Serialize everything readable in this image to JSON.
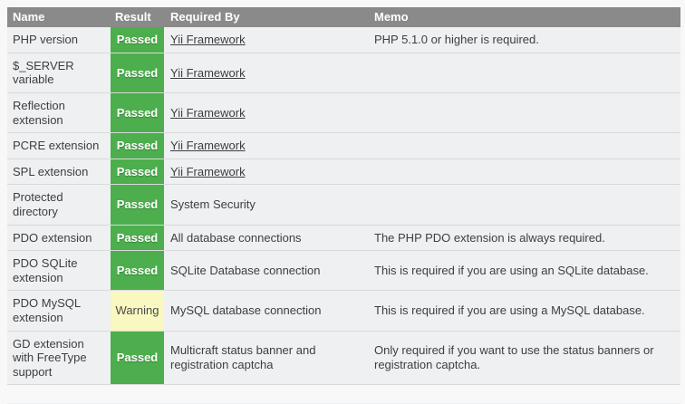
{
  "colors": {
    "header_bg": "#8a8a8a",
    "header_text": "#ffffff",
    "row_bg": "#eff0f2",
    "row_separator": "#d8d9db",
    "page_bg": "#f8f8f8",
    "body_text": "#3e3e3e",
    "passed_bg": "#4cae4c",
    "passed_text": "#ffffff",
    "warning_bg": "#f8f8c0",
    "warning_text": "#4a4a4a"
  },
  "table": {
    "columns": [
      {
        "label": "Name"
      },
      {
        "label": "Result"
      },
      {
        "label": "Required By"
      },
      {
        "label": "Memo"
      }
    ],
    "status_colors": {
      "passed": "#4cae4c",
      "warning": "#f8f8c0"
    },
    "rows": [
      {
        "name": "PHP version",
        "result": "Passed",
        "status": "passed",
        "required_by": "Yii Framework",
        "required_by_link": true,
        "memo": "PHP 5.1.0 or higher is required."
      },
      {
        "name": "$_SERVER variable",
        "result": "Passed",
        "status": "passed",
        "required_by": "Yii Framework",
        "required_by_link": true,
        "memo": ""
      },
      {
        "name": "Reflection extension",
        "result": "Passed",
        "status": "passed",
        "required_by": "Yii Framework",
        "required_by_link": true,
        "memo": ""
      },
      {
        "name": "PCRE extension",
        "result": "Passed",
        "status": "passed",
        "required_by": "Yii Framework",
        "required_by_link": true,
        "memo": ""
      },
      {
        "name": "SPL extension",
        "result": "Passed",
        "status": "passed",
        "required_by": "Yii Framework",
        "required_by_link": true,
        "memo": ""
      },
      {
        "name": "Protected directory",
        "result": "Passed",
        "status": "passed",
        "required_by": "System Security",
        "required_by_link": false,
        "memo": ""
      },
      {
        "name": "PDO extension",
        "result": "Passed",
        "status": "passed",
        "required_by": "All database connections",
        "required_by_link": false,
        "memo": "The PHP PDO extension is always required."
      },
      {
        "name": "PDO SQLite extension",
        "result": "Passed",
        "status": "passed",
        "required_by": "SQLite Database connection",
        "required_by_link": false,
        "memo": "This is required if you are using an SQLite database."
      },
      {
        "name": "PDO MySQL extension",
        "result": "Warning",
        "status": "warning",
        "required_by": "MySQL database connection",
        "required_by_link": false,
        "memo": "This is required if you are using a MySQL database."
      },
      {
        "name": "GD extension with FreeType support",
        "result": "Passed",
        "status": "passed",
        "required_by": "Multicraft status banner and registration captcha",
        "required_by_link": false,
        "memo": "Only required if you want to use the status banners or registration captcha."
      }
    ]
  }
}
